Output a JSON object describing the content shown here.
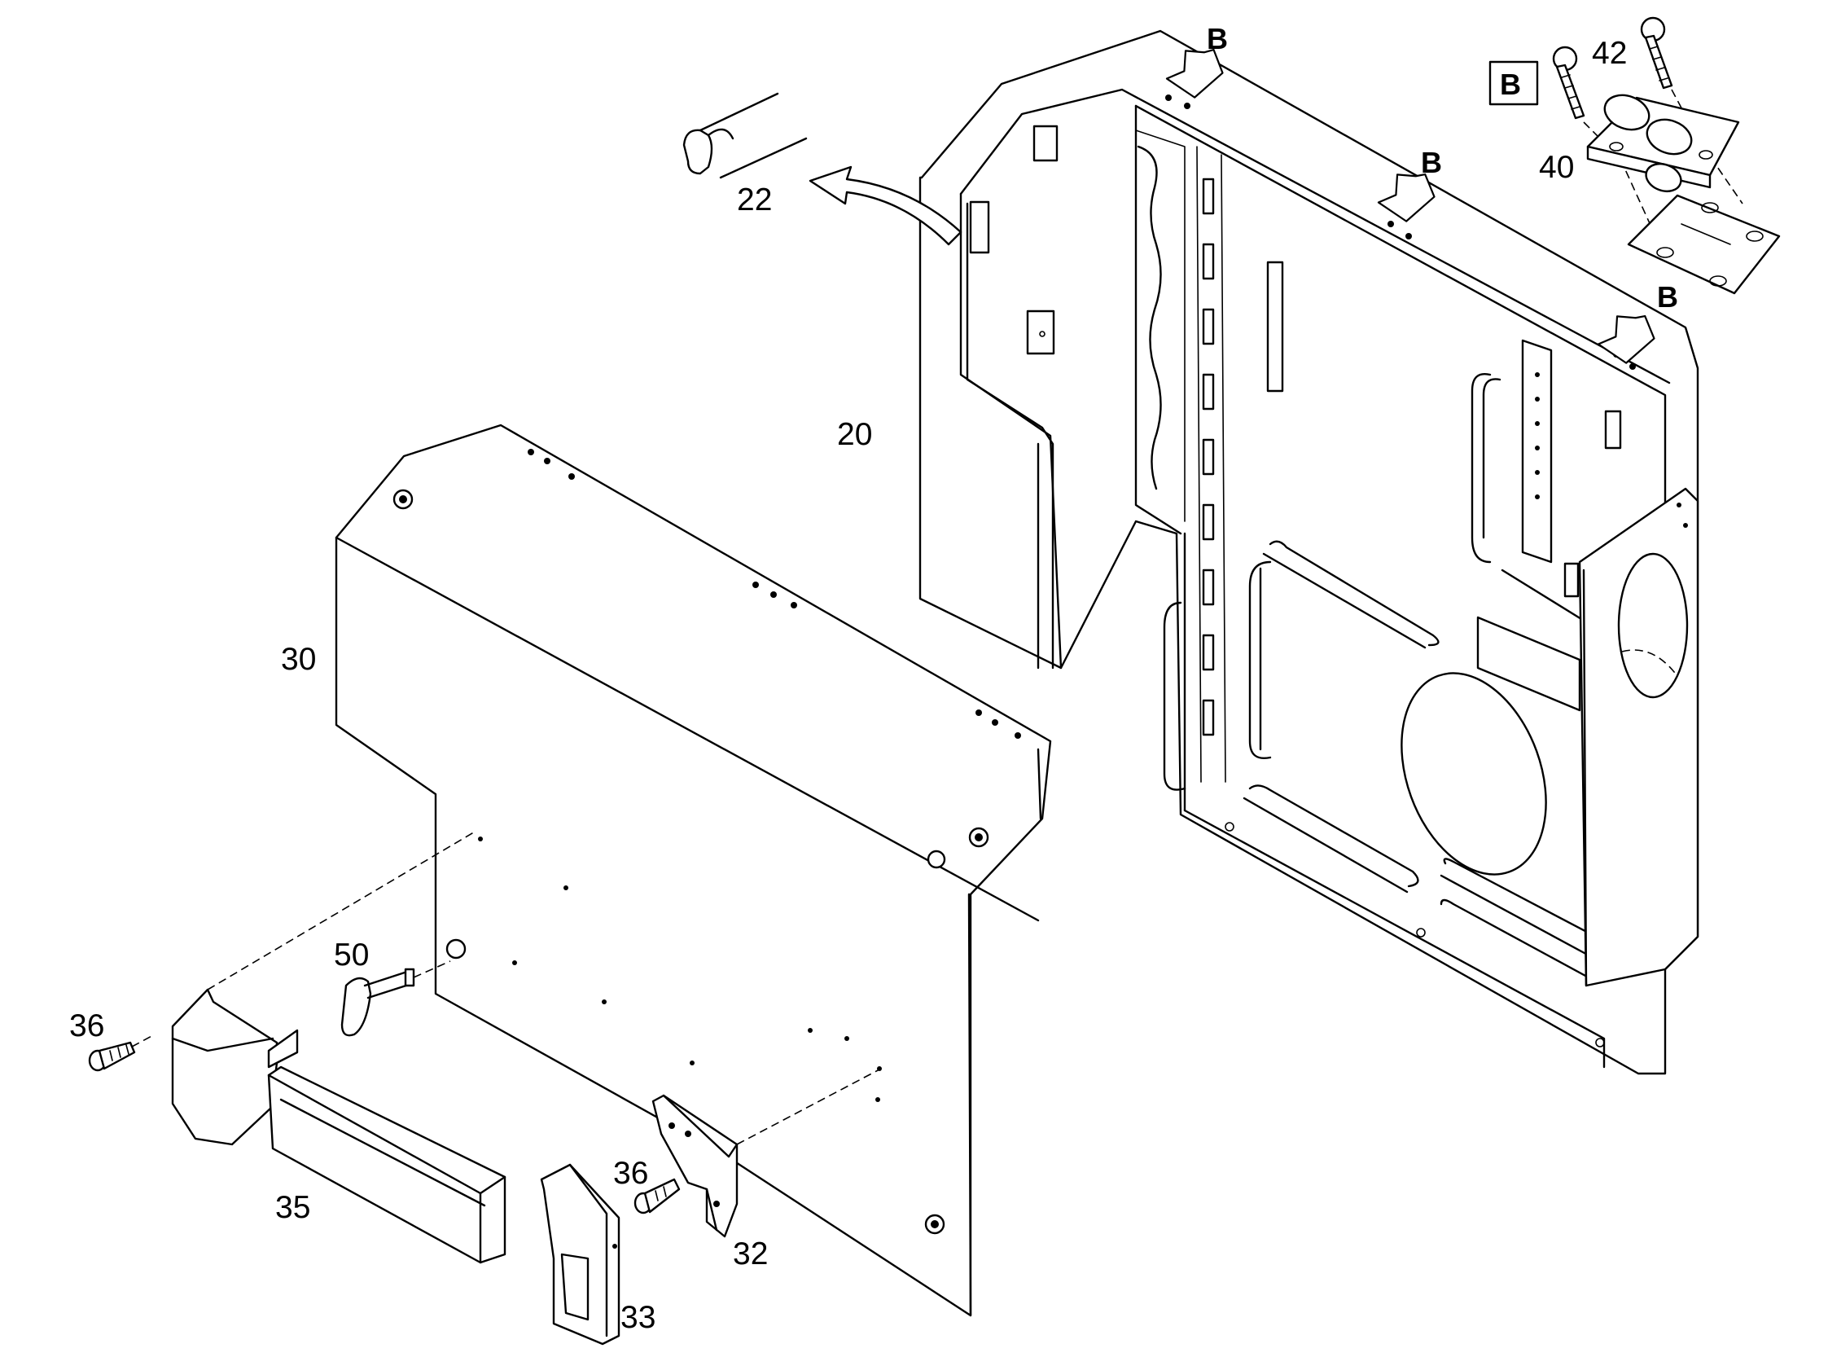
{
  "callouts": {
    "part_20": "20",
    "part_22": "22",
    "part_30": "30",
    "part_32": "32",
    "part_33": "33",
    "part_35": "35",
    "part_36_left": "36",
    "part_36_lower": "36",
    "part_40": "40",
    "part_42": "42",
    "part_50": "50"
  },
  "detail": {
    "view_letter_arrows": [
      "B",
      "B",
      "B"
    ],
    "detail_box_label": "B"
  }
}
